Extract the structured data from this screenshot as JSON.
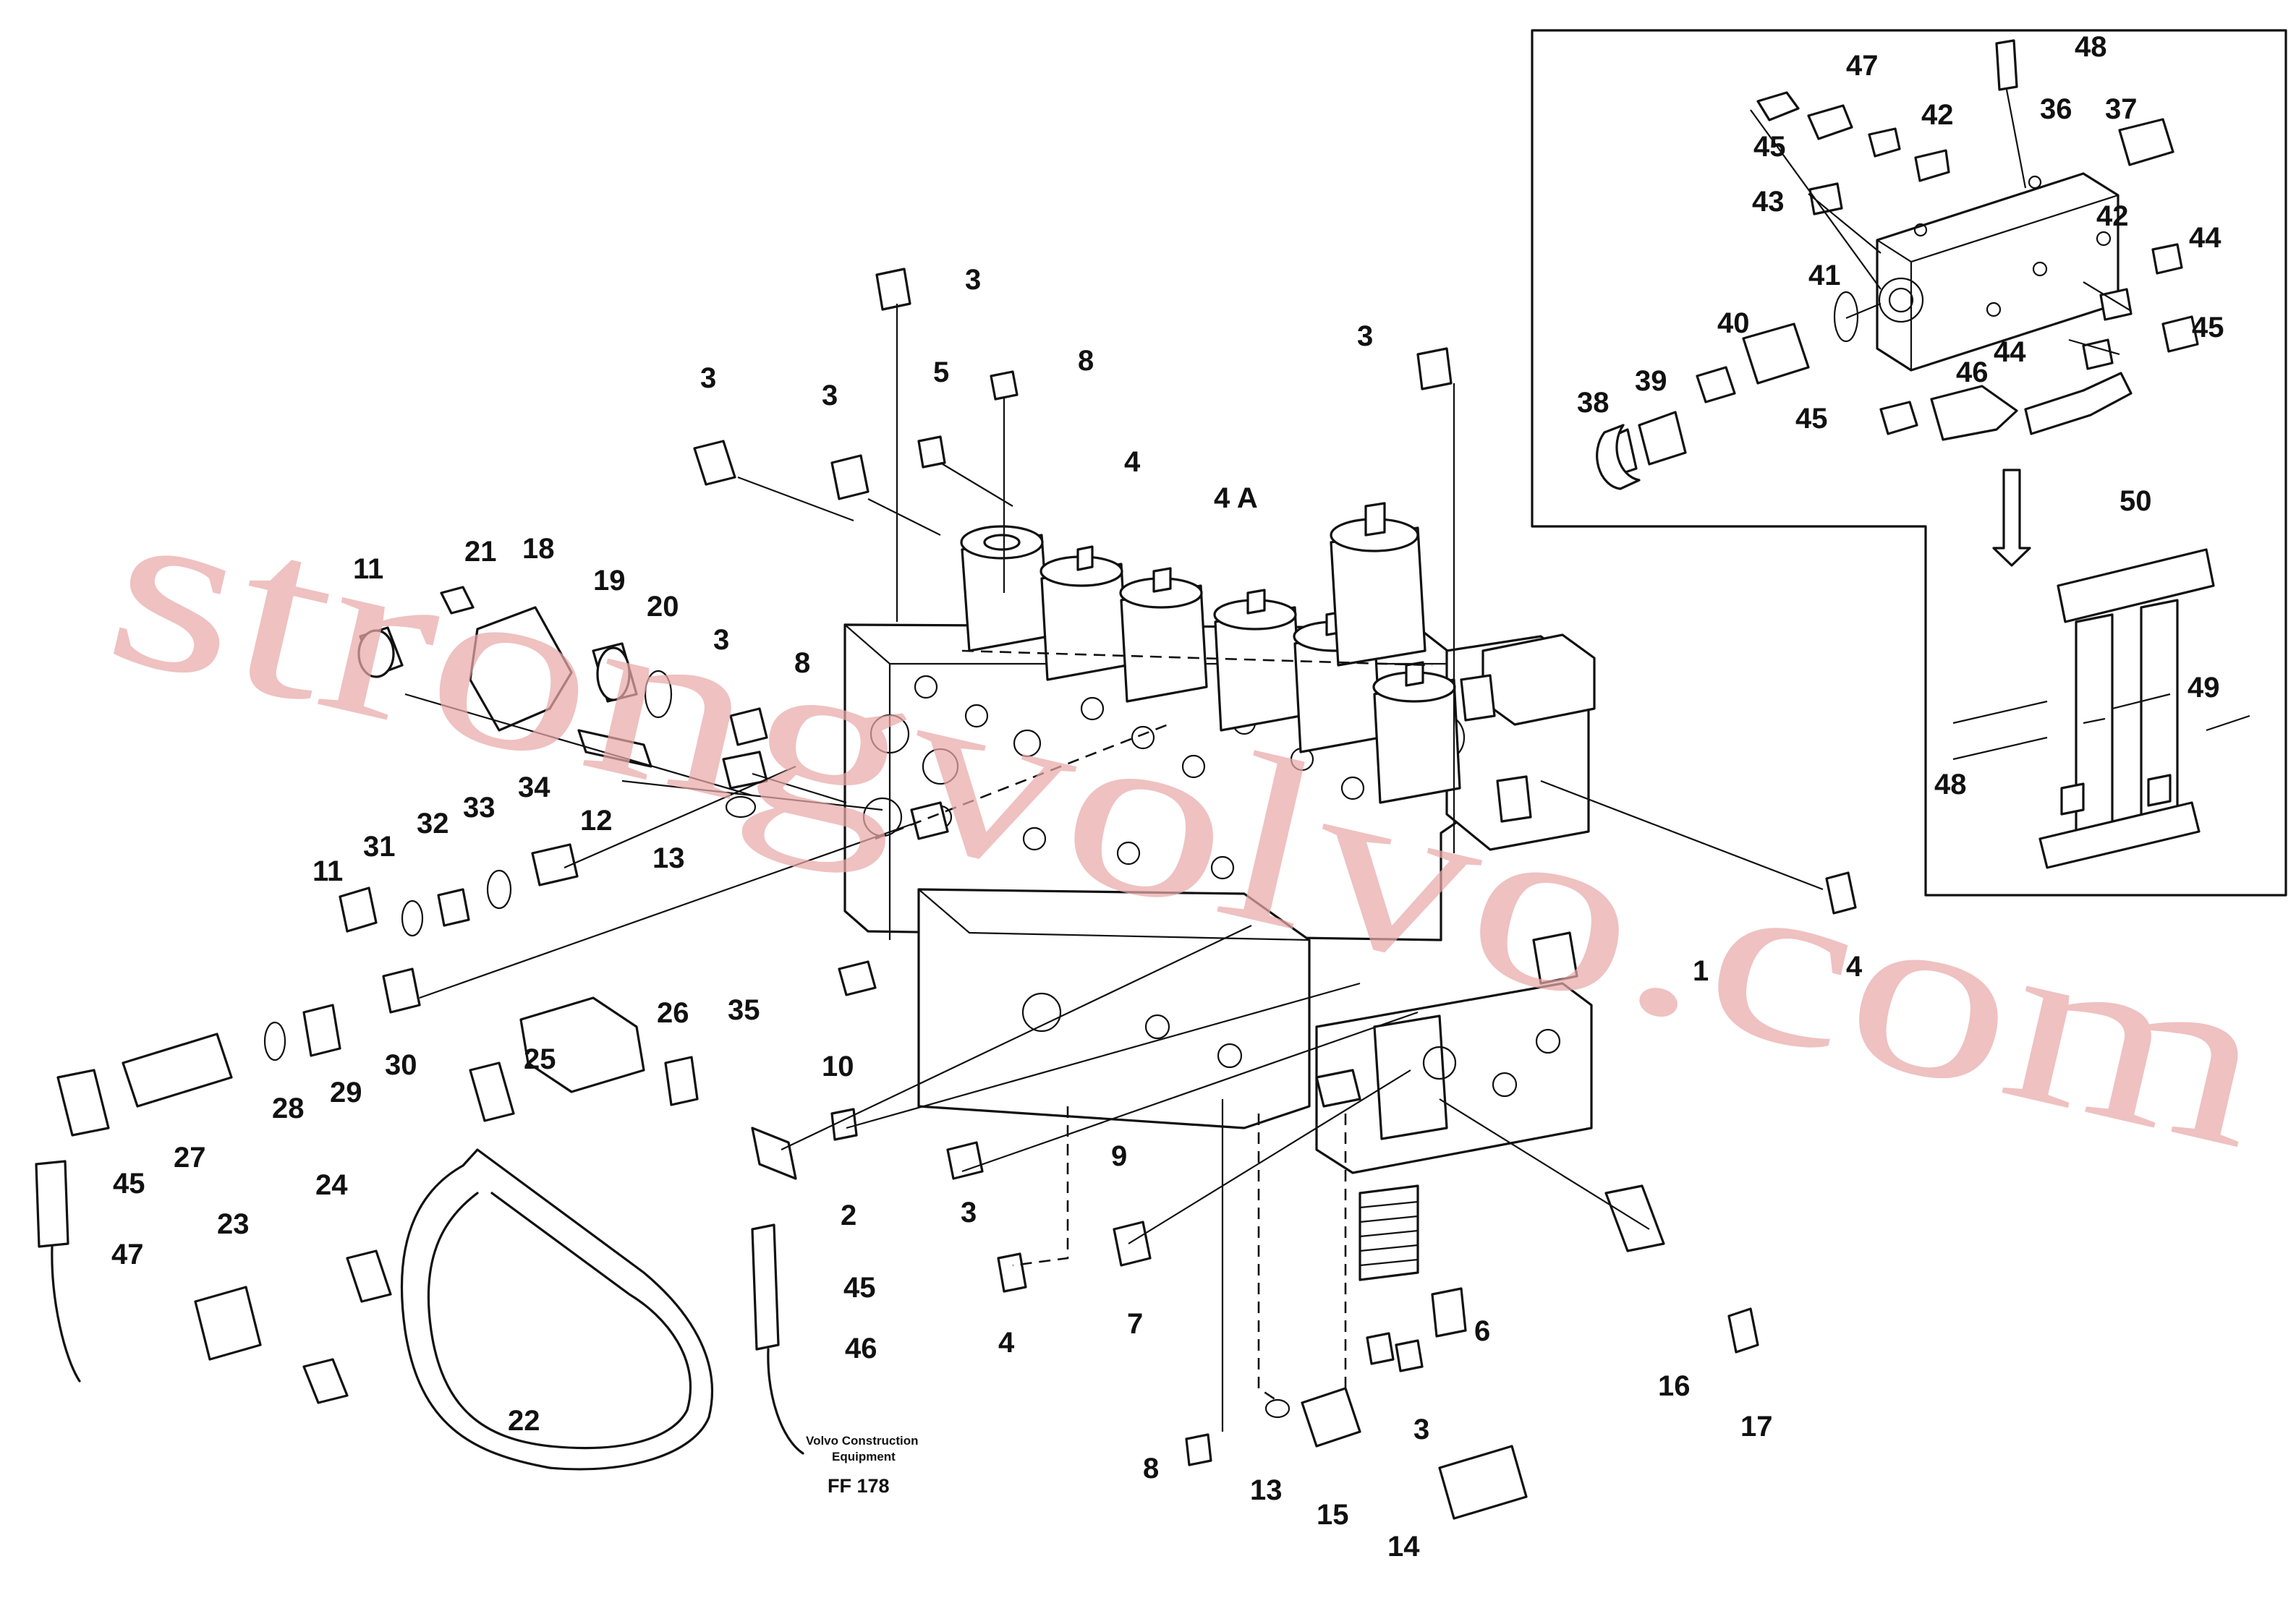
{
  "caption": {
    "publisher_line1": "Volvo Construction",
    "publisher_line2": "Equipment",
    "figure_code": "FF 178"
  },
  "watermark": {
    "text": "strongvolvo.com",
    "color": "#e9a9a9"
  },
  "callouts": {
    "c1": "1",
    "c2": "2",
    "c3": "3",
    "c4": "4",
    "c4A": "4 A",
    "c5": "5",
    "c6": "6",
    "c7": "7",
    "c8": "8",
    "c9": "9",
    "c10": "10",
    "c11": "11",
    "c12": "12",
    "c13": "13",
    "c14": "14",
    "c15": "15",
    "c16": "16",
    "c17": "17",
    "c18": "18",
    "c19": "19",
    "c20": "20",
    "c21": "21",
    "c22": "22",
    "c23": "23",
    "c24": "24",
    "c25": "25",
    "c26": "26",
    "c27": "27",
    "c28": "28",
    "c29": "29",
    "c30": "30",
    "c31": "31",
    "c32": "32",
    "c33": "33",
    "c34": "34",
    "c35": "35",
    "c36": "36",
    "c37": "37",
    "c38": "38",
    "c39": "39",
    "c40": "40",
    "c41": "41",
    "c42": "42",
    "c43": "43",
    "c44": "44",
    "c45": "45",
    "c46": "46",
    "c47": "47",
    "c48": "48",
    "c49": "49",
    "c50": "50"
  }
}
